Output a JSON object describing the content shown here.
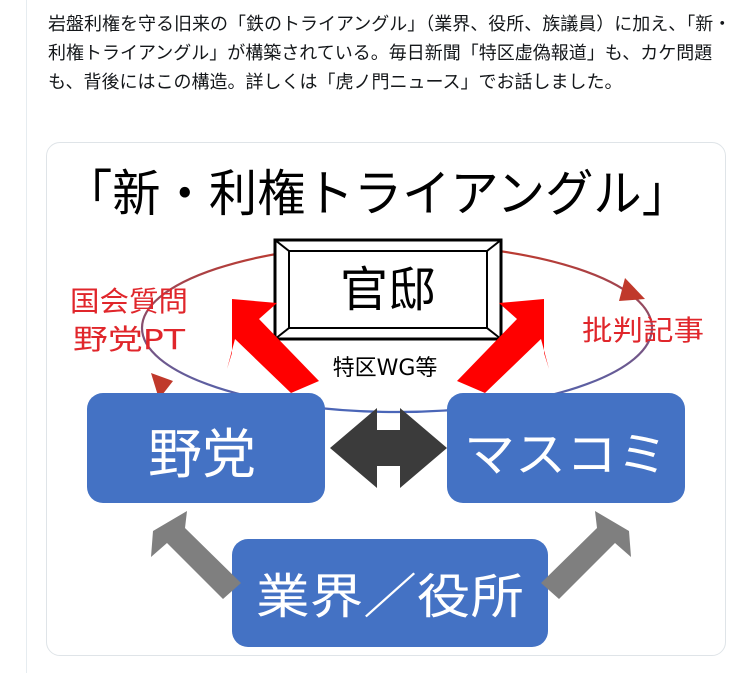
{
  "tweet": {
    "text": "岩盤利権を守る旧来の「鉄のトライアングル」（業界、役所、族議員）に加え、「新・利権トライアングル」が構築されている。毎日新聞「特区虚偽報道」も、カケ問題も、背後にはこの構造。詳しくは「虎ノ門ニュース」でお話しました。"
  },
  "diagram": {
    "title": "「新・利権トライアングル」",
    "center_box": "官邸",
    "center_caption": "特区WG等",
    "left_label_line1": "国会質問",
    "left_label_line2": "野党PT",
    "right_label": "批判記事",
    "left_box": "野党",
    "right_box": "マスコミ",
    "bottom_box": "業界／役所"
  },
  "colors": {
    "box_blue": "#4472c4",
    "arrow_red": "#ff0000",
    "label_red": "#e0262b",
    "arrow_gray": "#7f7f7f",
    "double_arrow": "#3b3b3b",
    "ellipse_top": "#c0392b",
    "ellipse_bottom": "#4a66b8"
  }
}
